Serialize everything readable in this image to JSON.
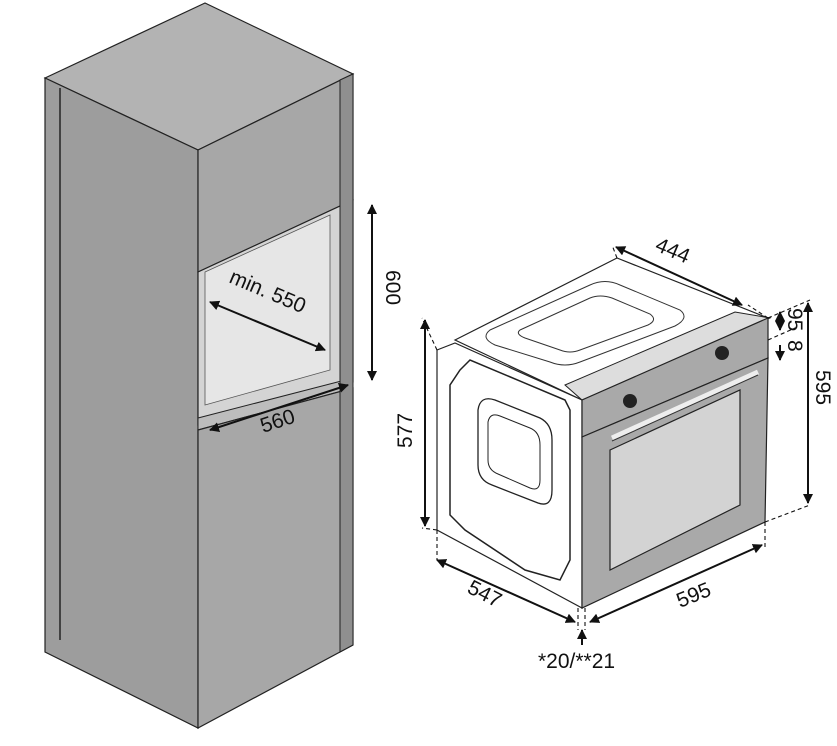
{
  "cabinet": {
    "niche_width_label": "min. 550",
    "niche_height_label": "600",
    "shelf_width_label": "560"
  },
  "oven": {
    "depth_top_label": "444",
    "panel_95_label": "95",
    "panel_8_label": "8",
    "height_label": "595",
    "body_height_label": "577",
    "depth_label": "547",
    "width_label": "595",
    "front_offset_label": "*20/**21"
  },
  "colors": {
    "cabinet_front": "#a7a7a7",
    "cabinet_side": "#9d9d9d",
    "cabinet_top": "#b3b3b3",
    "oven_panel": "#a9a9a9",
    "oven_glass": "#d3d3d3"
  }
}
